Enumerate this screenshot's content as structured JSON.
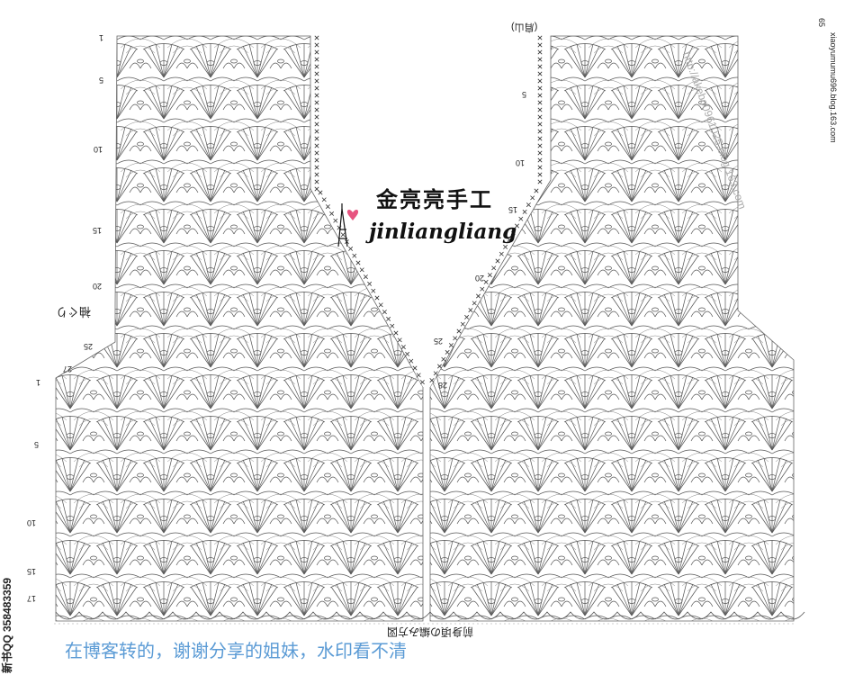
{
  "row_numbers": {
    "upper_left": [
      "1",
      "5",
      "10",
      "15",
      "20",
      "25",
      "27"
    ],
    "upper_right": [
      "5",
      "10",
      "15",
      "20",
      "25",
      "28"
    ],
    "lower_left": [
      "1",
      "5",
      "10",
      "15",
      "17"
    ]
  },
  "labels": {
    "sleeve_label": "袖ぐり",
    "shoulder_label": "(肩山)",
    "bottom_title": "前身頃の編み方図",
    "page_number": "65",
    "side_watermark": "xiaoyumumu696.blog.163.com",
    "diagonal_watermark": "http://akebo0961025.blog.163.com",
    "qq_text": "新书QQ 358483359",
    "caption": "在博客转的，谢谢分享的姐妹，水印看不清"
  },
  "logo": {
    "chinese": "金亮亮手工",
    "english": "jinliangliang"
  },
  "colors": {
    "caption": "#5b9bd5",
    "stitch_line": "#555555",
    "heart": "#e75480"
  }
}
